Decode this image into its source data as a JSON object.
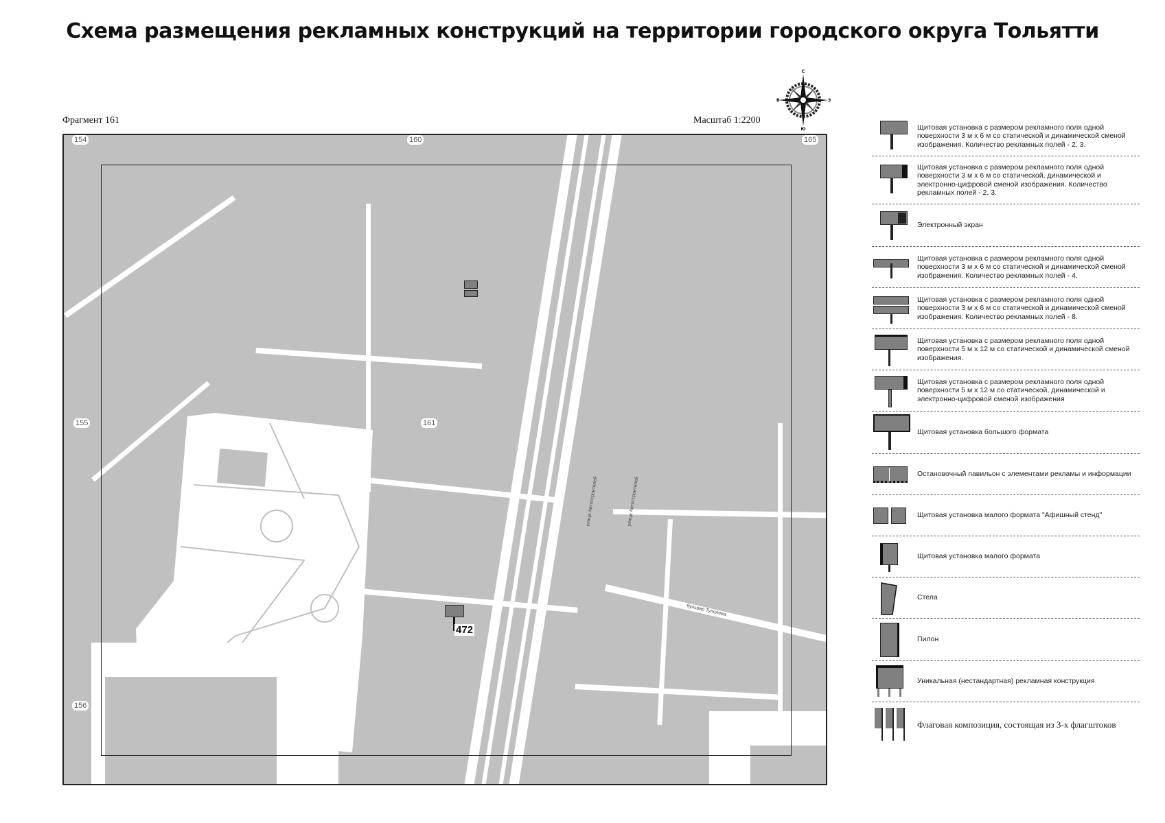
{
  "title": "Схема размещения рекламных конструкций на территории городского округа Тольятти",
  "fragment_label": "Фрагмент 161",
  "scale_label": "Масштаб 1:2200",
  "compass": {
    "n": "С",
    "s": "Ю",
    "w": "В",
    "e": "З"
  },
  "map": {
    "neighbors": [
      {
        "id": "154",
        "pos": "top-left"
      },
      {
        "id": "160",
        "pos": "top"
      },
      {
        "id": "165",
        "pos": "top-right"
      },
      {
        "id": "155",
        "pos": "left"
      },
      {
        "id": "156",
        "pos": "bottom-left"
      },
      {
        "id": "161",
        "pos": "center"
      }
    ],
    "streets": [
      "улица Автостроителей",
      "бульвар Туполева"
    ],
    "markers": [
      {
        "id": "472",
        "type": "billboard-3x6"
      }
    ]
  },
  "legend": [
    {
      "icon": "billboard-3x6-icon",
      "text": "Щитовая установка с размером рекламного поля одной поверхности 3 м х 6 м со статической и динамической сменой изображения. Количество рекламных полей - 2, 3."
    },
    {
      "icon": "billboard-3x6-digital-icon",
      "text": "Щитовая установка с размером рекламного поля одной поверхности 3 м х 6 м со статической, динамической и электронно-цифровой сменой изображения. Количество рекламных полей - 2, 3."
    },
    {
      "icon": "electronic-screen-icon",
      "text": "Электронный экран"
    },
    {
      "icon": "billboard-4-fields-icon",
      "text": "Щитовая установка с размером рекламного поля одной поверхности 3 м х 6 м со статической и динамической сменой изображения. Количество рекламных полей - 4."
    },
    {
      "icon": "billboard-8-fields-icon",
      "text": "Щитовая установка с размером рекламного поля одной поверхности 3 м х 6 м со статической и динамической сменой изображения. Количество рекламных полей - 8."
    },
    {
      "icon": "billboard-5x12-icon",
      "text": "Щитовая установка с размером рекламного поля одной поверхности 5 м х 12 м со статической и динамической сменой изображения."
    },
    {
      "icon": "billboard-5x12-digital-icon",
      "text": "Щитовая установка с размером рекламного поля одной поверхности 5 м х 12 м со статической, динамической и электронно-цифровой сменой изображения"
    },
    {
      "icon": "large-format-billboard-icon",
      "text": "Щитовая установка большого формата"
    },
    {
      "icon": "bus-stop-pavilion-icon",
      "text": "Остановочный павильон с элементами рекламы и информации"
    },
    {
      "icon": "poster-stand-icon",
      "text": "Щитовая установка малого формата \"Афишный стенд\""
    },
    {
      "icon": "small-format-billboard-icon",
      "text": "Щитовая установка малого формата"
    },
    {
      "icon": "stele-icon",
      "text": "Стела"
    },
    {
      "icon": "pylon-icon",
      "text": "Пилон"
    },
    {
      "icon": "unique-structure-icon",
      "text": "Уникальная (нестандартная) рекламная конструкция"
    },
    {
      "icon": "flag-composition-icon",
      "text": "Флаговая композиция, состоящая из 3-х флагштоков"
    }
  ]
}
